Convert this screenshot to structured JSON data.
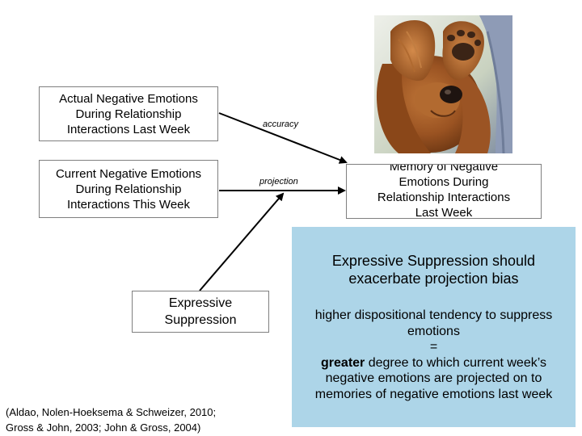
{
  "diagram": {
    "box_actual": {
      "line1": "Actual Negative Emotions",
      "line2": "During Relationship",
      "line3": "Interactions Last Week"
    },
    "box_current": {
      "line1": "Current Negative Emotions",
      "line2": "During Relationship",
      "line3": "Interactions This Week"
    },
    "box_memory": {
      "line1": "Memory of Negative",
      "line2": "Emotions During",
      "line3": "Relationship Interactions",
      "line4": "Last Week"
    },
    "box_suppression": {
      "line1": "Expressive",
      "line2": "Suppression"
    },
    "label_accuracy": "accuracy",
    "label_projection": "projection"
  },
  "panel": {
    "title_line1": "Expressive Suppression should",
    "title_line2": "exacerbate projection bias",
    "body_line1": "higher dispositional tendency to suppress",
    "body_line2": "emotions",
    "body_line3": "=",
    "body_greater": "greater",
    "body_line4_rest": " degree to which current week’s",
    "body_line5": "negative emotions are projected on to",
    "body_line6": "memories of negative emotions last week",
    "background": "#add5e8"
  },
  "citation": {
    "line1": "(Aldao, Nolen-Hoeksema & Schweizer, 2010;",
    "line2": "Gross & John, 2003; John & Gross, 2004)"
  },
  "photo": {
    "icon": "dog-covering-eyes-photo"
  }
}
